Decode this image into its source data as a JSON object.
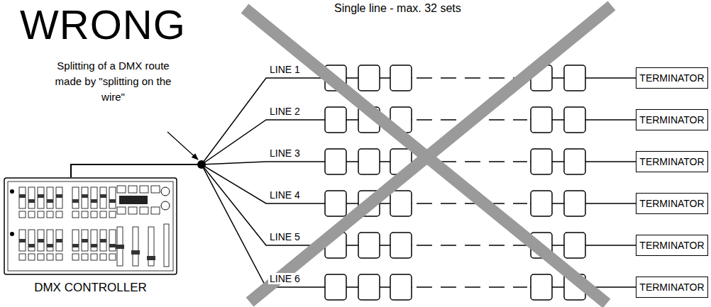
{
  "diagram": {
    "nodes": [
      {
        "text": [
          "DMX CONTROLLER"
        ]
      },
      {
        "text": [
          "TERMINATOR"
        ]
      },
      {
        "text": [
          "TERMINATOR"
        ]
      },
      {
        "text": [
          "TERMINATOR"
        ]
      },
      {
        "text": [
          "TERMINATOR"
        ]
      },
      {
        "text": [
          "TERMINATOR"
        ]
      },
      {
        "text": [
          "TERMINATOR"
        ]
      }
    ],
    "edges": [
      {
        "from": 0,
        "to": 1,
        "arrow": "none"
      },
      {
        "from": 0,
        "to": 2,
        "arrow": "none"
      },
      {
        "from": 0,
        "to": 3,
        "arrow": "none"
      },
      {
        "from": 0,
        "to": 4,
        "arrow": "none"
      },
      {
        "from": 0,
        "to": 5,
        "arrow": "none"
      },
      {
        "from": 0,
        "to": 6,
        "arrow": "none"
      }
    ],
    "labels": [
      "WRONG",
      "Splitting of a DMX route made by \"splitting on the wire\"",
      "Single line - max. 32 sets",
      "LINE 1",
      "LINE 2",
      "LINE 3",
      "LINE 4",
      "LINE 5",
      "LINE 6"
    ]
  }
}
